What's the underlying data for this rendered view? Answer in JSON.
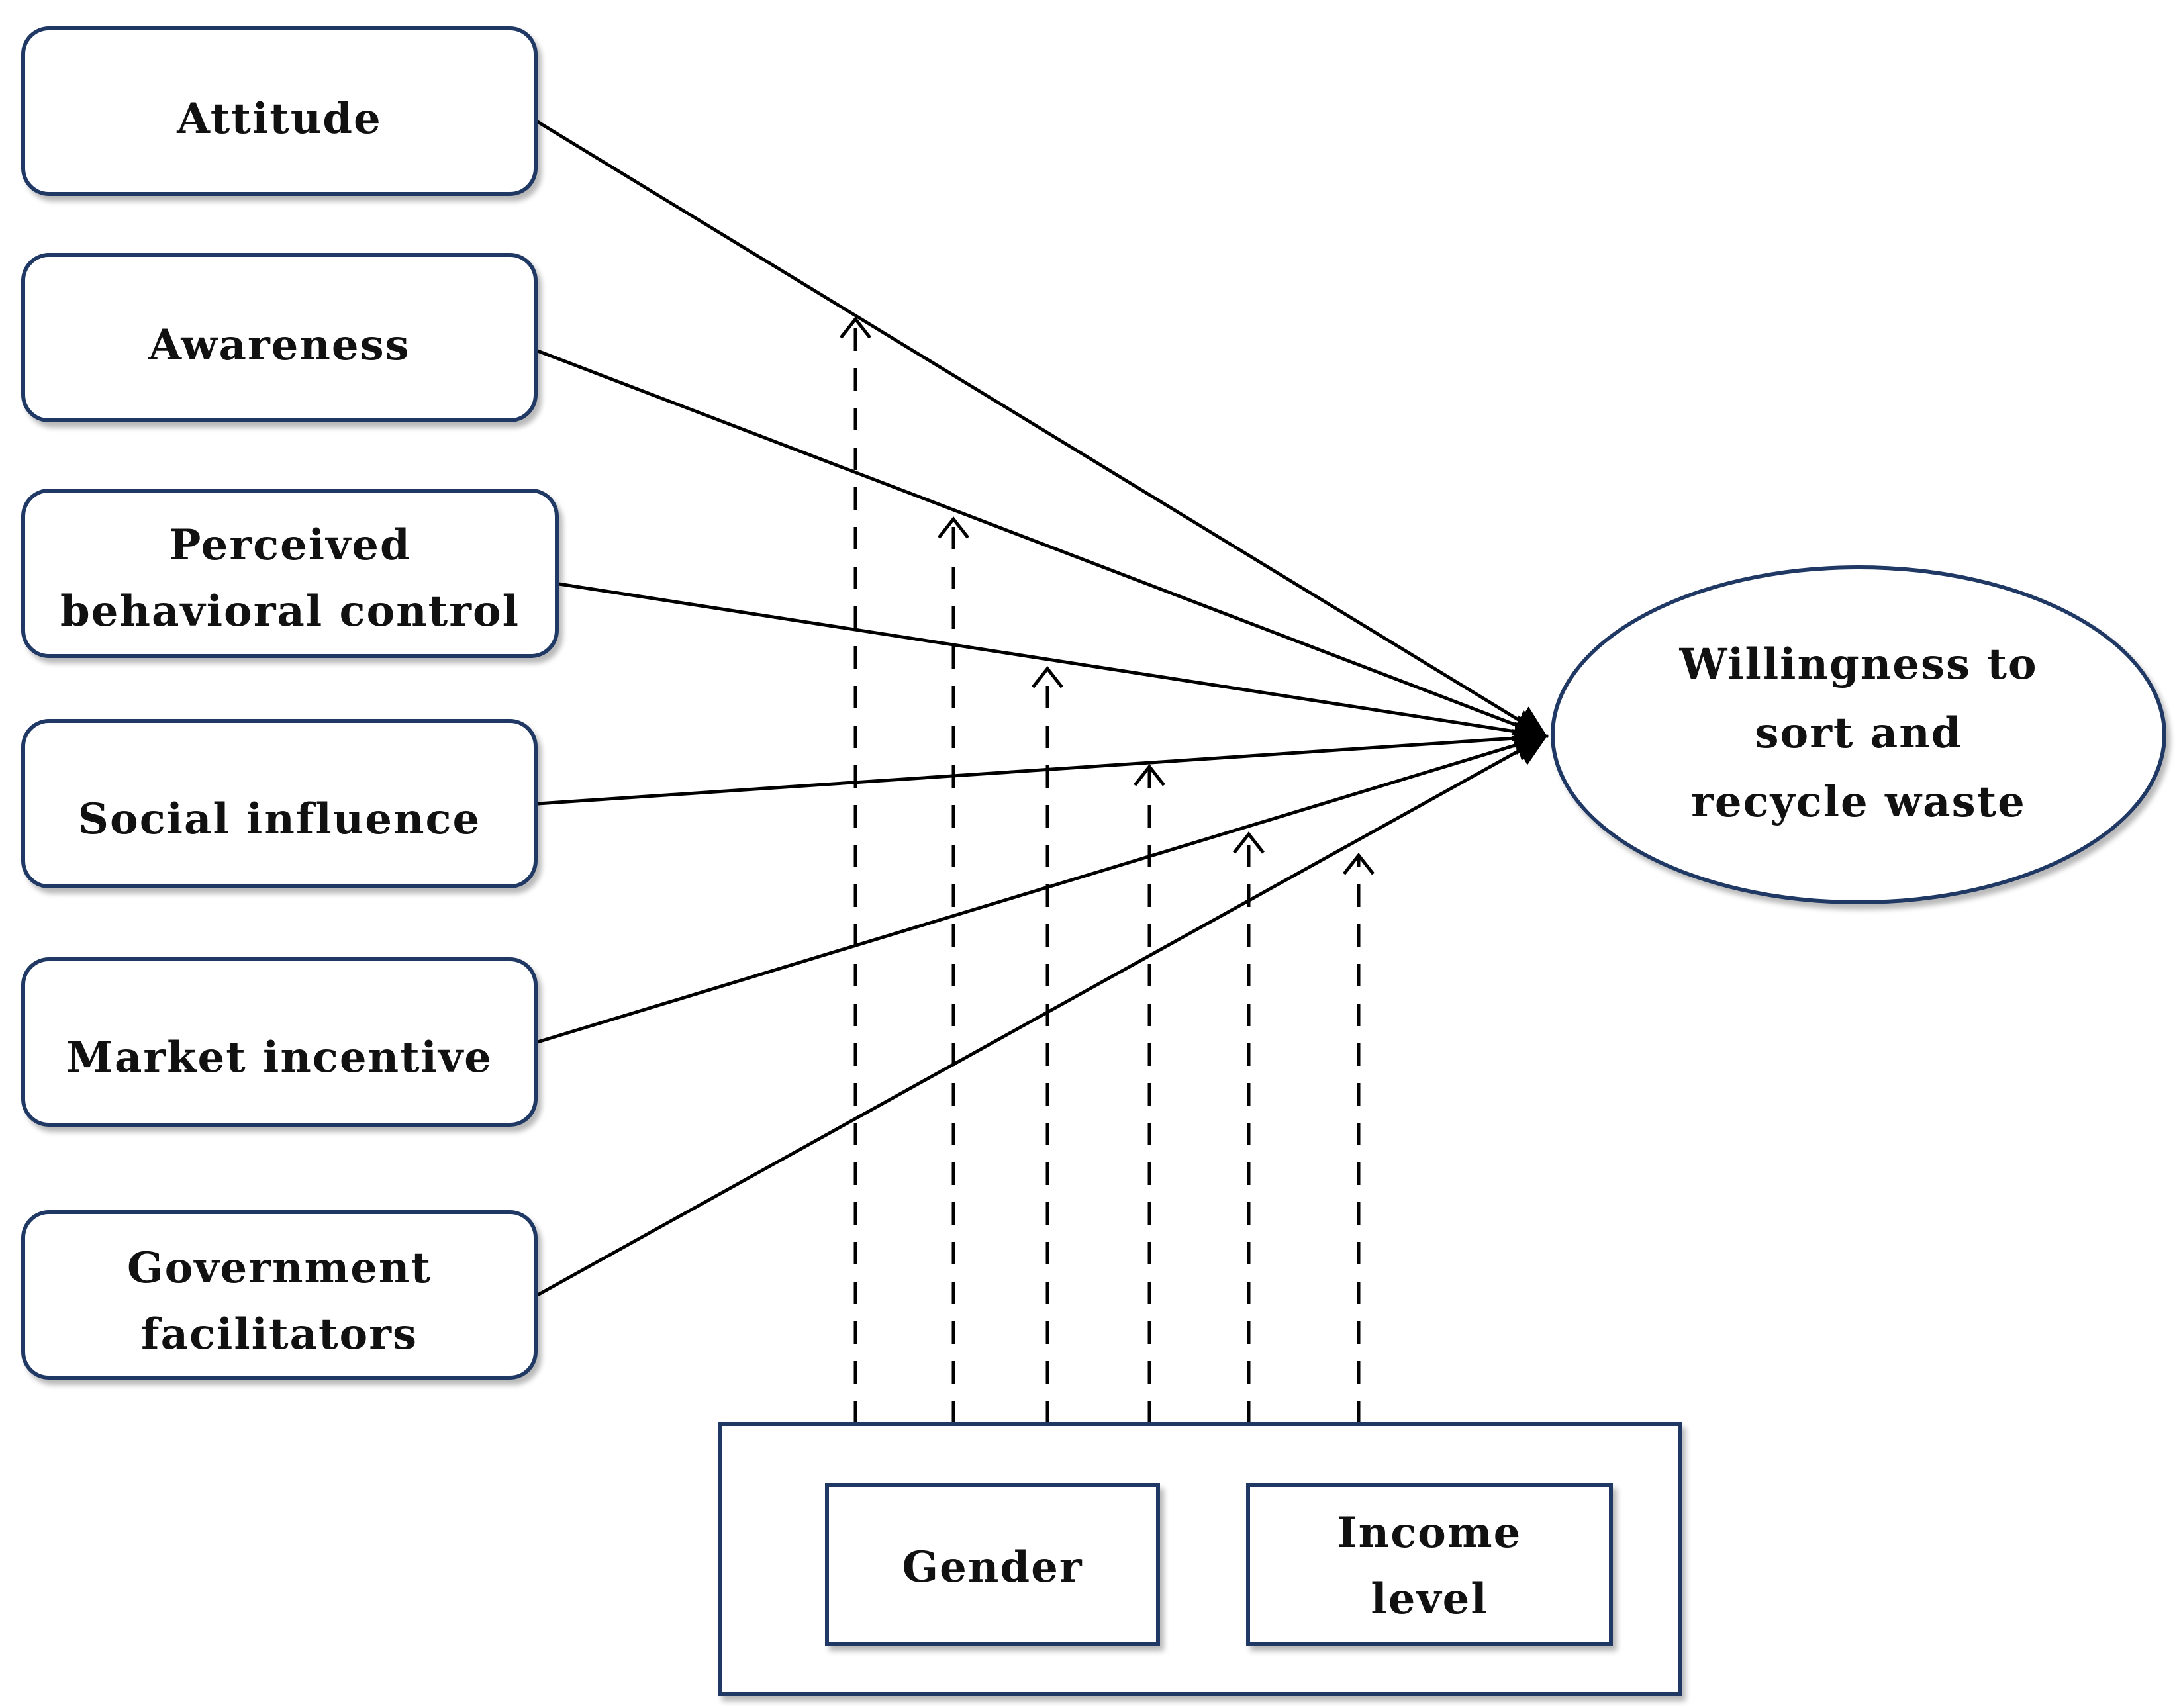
{
  "predictors": [
    {
      "id": "attitude",
      "lines": [
        "Attitude"
      ]
    },
    {
      "id": "awareness",
      "lines": [
        "Awareness"
      ]
    },
    {
      "id": "pbc",
      "lines": [
        "Perceived",
        "behavioral control"
      ]
    },
    {
      "id": "social",
      "lines": [
        "Social influence"
      ]
    },
    {
      "id": "market",
      "lines": [
        "Market incentive"
      ]
    },
    {
      "id": "government",
      "lines": [
        "Government",
        "facilitators"
      ]
    }
  ],
  "outcome": {
    "lines": [
      "Willingness to",
      "sort and",
      "recycle waste"
    ]
  },
  "moderators": [
    {
      "id": "gender",
      "lines": [
        "Gender"
      ]
    },
    {
      "id": "income",
      "lines": [
        "Income",
        "level"
      ]
    }
  ],
  "colors": {
    "border": "#1f3864",
    "line": "#000000",
    "text": "#111111"
  }
}
